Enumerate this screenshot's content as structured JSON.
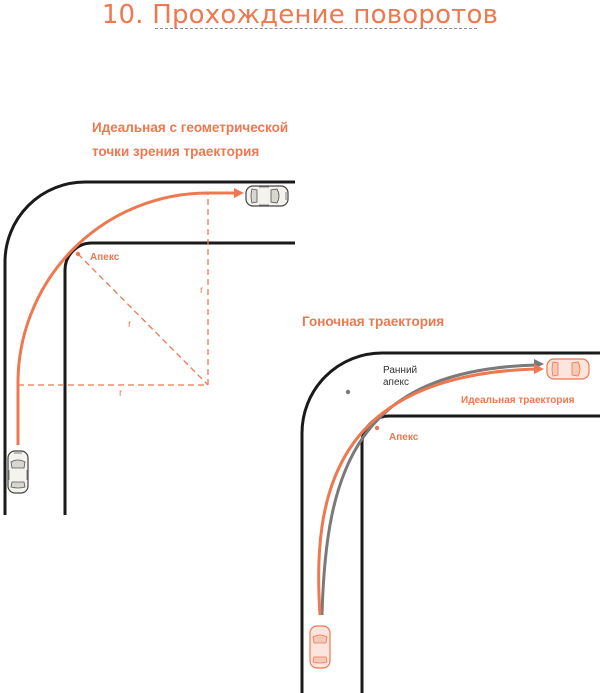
{
  "title": "10. Прохождение поворотов",
  "colors": {
    "accent": "#ee7850",
    "road": "#1a1a1a",
    "racing_gray": "#7a7a7a",
    "car_body": "#f5f3ee",
    "car_outline": "#444444"
  },
  "left_diagram": {
    "heading_line1": "Идеальная с геометрической",
    "heading_line2": "точки зрения траектория",
    "apex_label": "Апекс",
    "radius_label": "r"
  },
  "right_diagram": {
    "heading": "Гоночная траектория",
    "early_apex_line1": "Ранний",
    "early_apex_line2": "апекс",
    "ideal_label": "Идеальная траектория",
    "apex_label": "Апекс"
  }
}
